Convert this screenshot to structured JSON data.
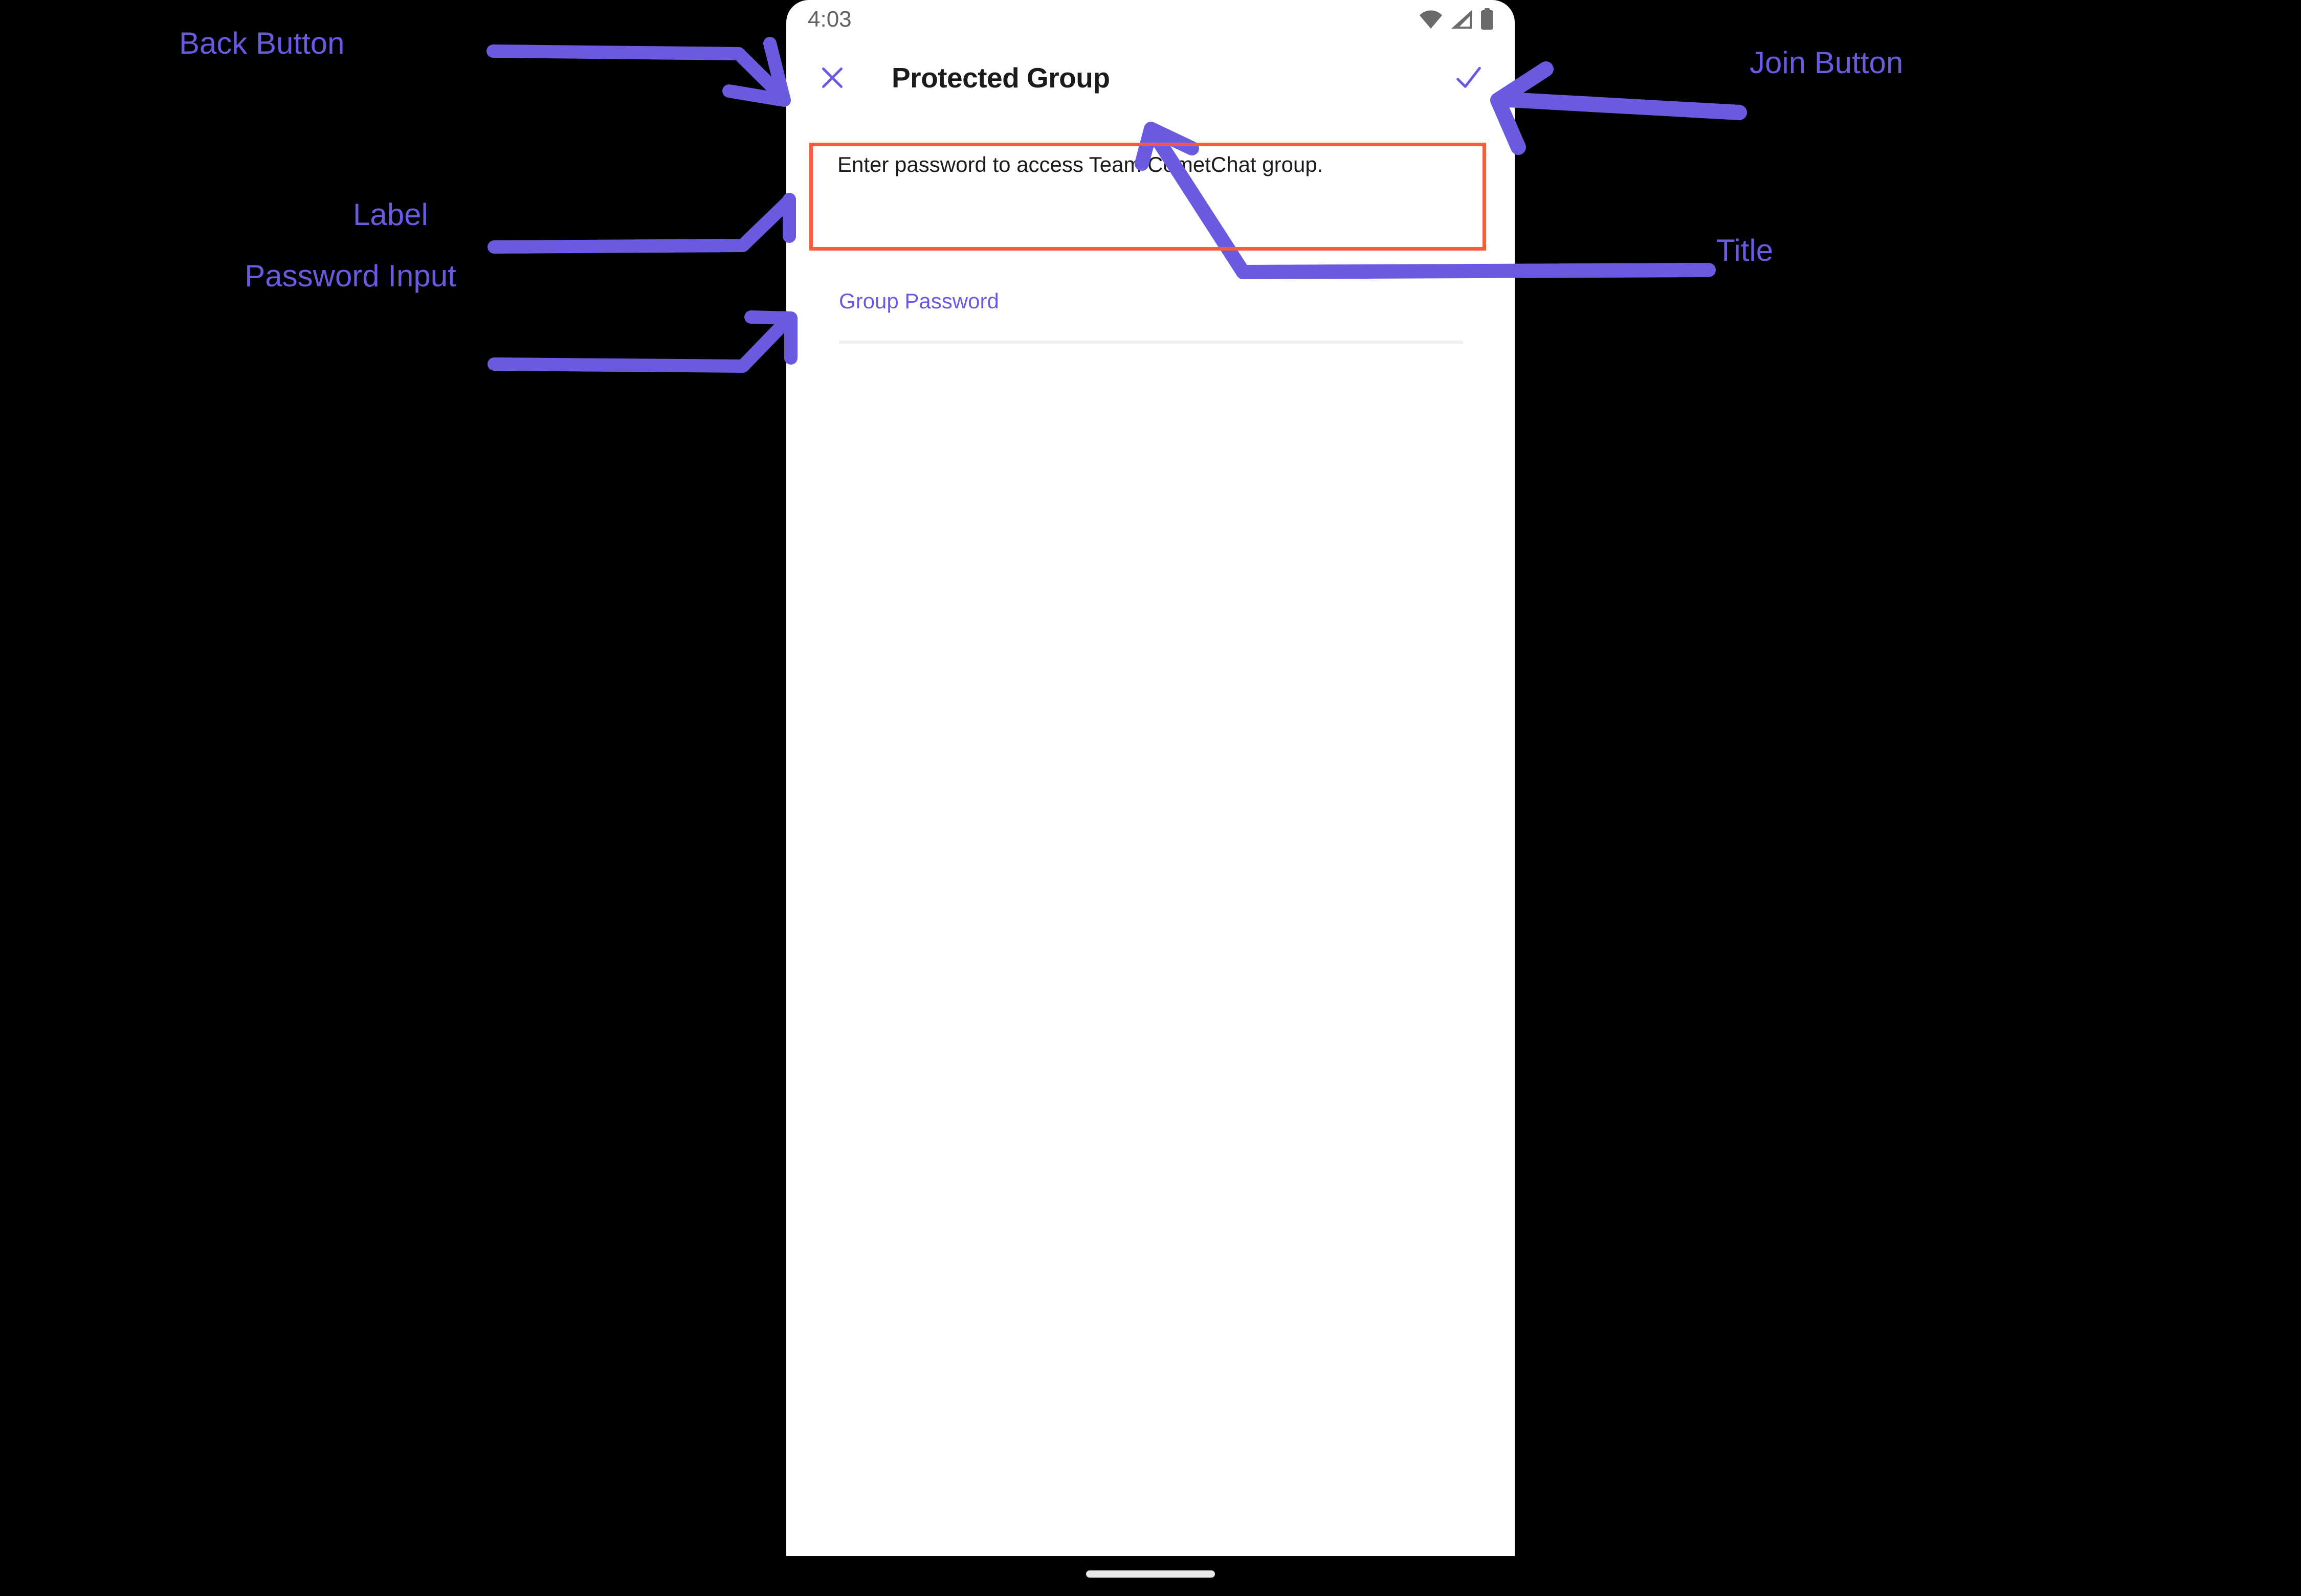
{
  "device": {
    "status_bar": {
      "time": "4:03",
      "icons": [
        "wifi-icon",
        "cell-signal-icon",
        "battery-icon"
      ]
    },
    "home_indicator": "gesture-home-bar"
  },
  "app_bar": {
    "close_icon": "close-icon",
    "title": "Protected Group",
    "join_icon": "check-icon"
  },
  "content": {
    "description": "Enter password to access Team CometChat group.",
    "password_label": "Group Password",
    "password_value": "",
    "password_placeholder": ""
  },
  "annotations": {
    "colors": {
      "marker_purple": "#6A5AE0",
      "highlight_red": "#FA5B3D"
    },
    "items": [
      {
        "id": "back",
        "text": "Back Button",
        "target": "close-icon"
      },
      {
        "id": "label",
        "text": "Label",
        "target": "password-label"
      },
      {
        "id": "password_input",
        "text": "Password\nInput",
        "target": "password-input"
      },
      {
        "id": "join",
        "text": "Join Button",
        "target": "check-icon"
      },
      {
        "id": "title",
        "text": "Title",
        "target": "app-title"
      }
    ]
  }
}
